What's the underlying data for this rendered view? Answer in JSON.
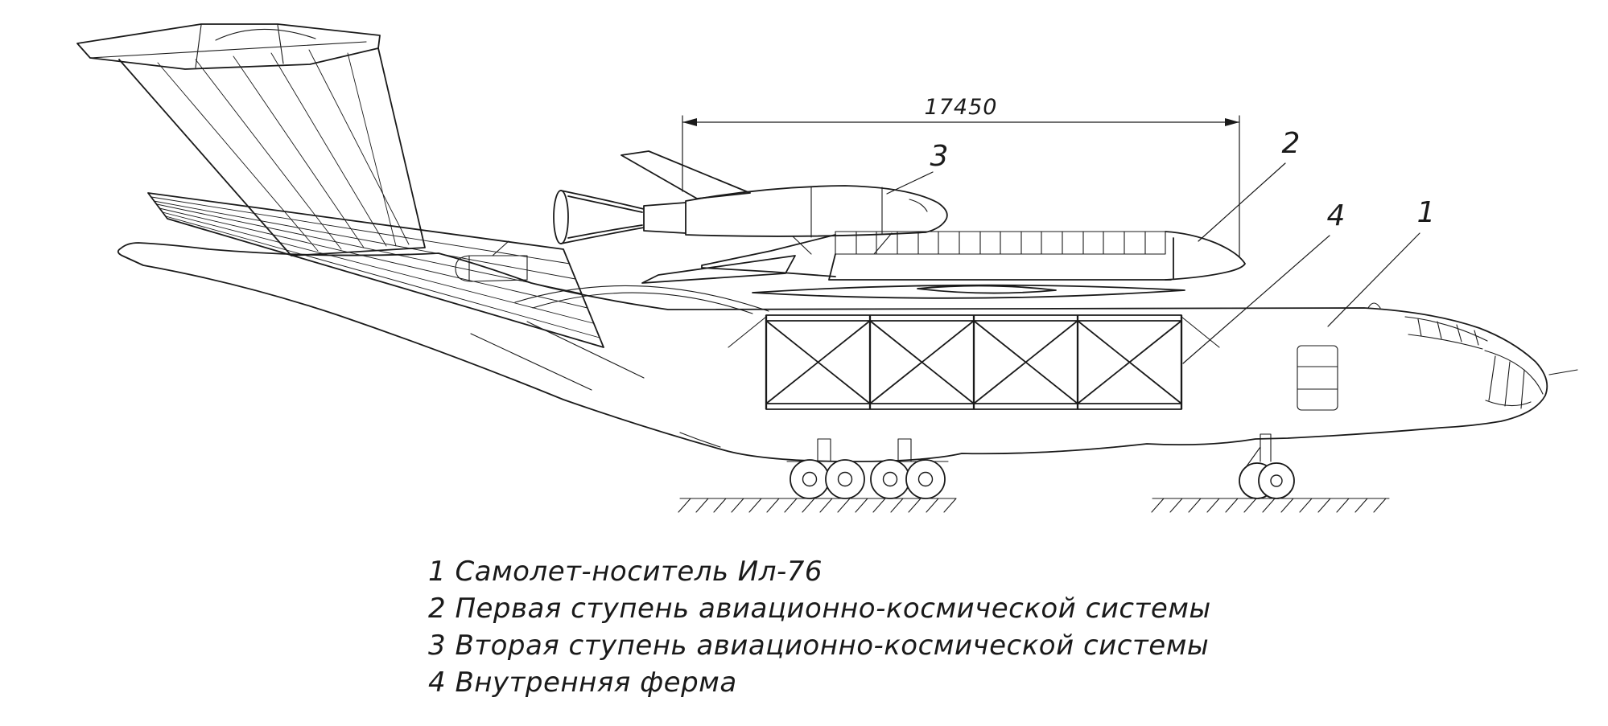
{
  "colors": {
    "ink": "#1a1a1a",
    "background": "#ffffff"
  },
  "dimension": {
    "value": "17450"
  },
  "callouts": {
    "carrier_aircraft": "1",
    "first_stage": "2",
    "second_stage": "3",
    "internal_truss": "4"
  },
  "legend": {
    "items": [
      "1 Самолет-носитель Ил-76",
      "2 Первая ступень авиационно-космической системы",
      "3 Вторая ступень авиационно-космической системы",
      "4 Внутренняя ферма"
    ]
  }
}
